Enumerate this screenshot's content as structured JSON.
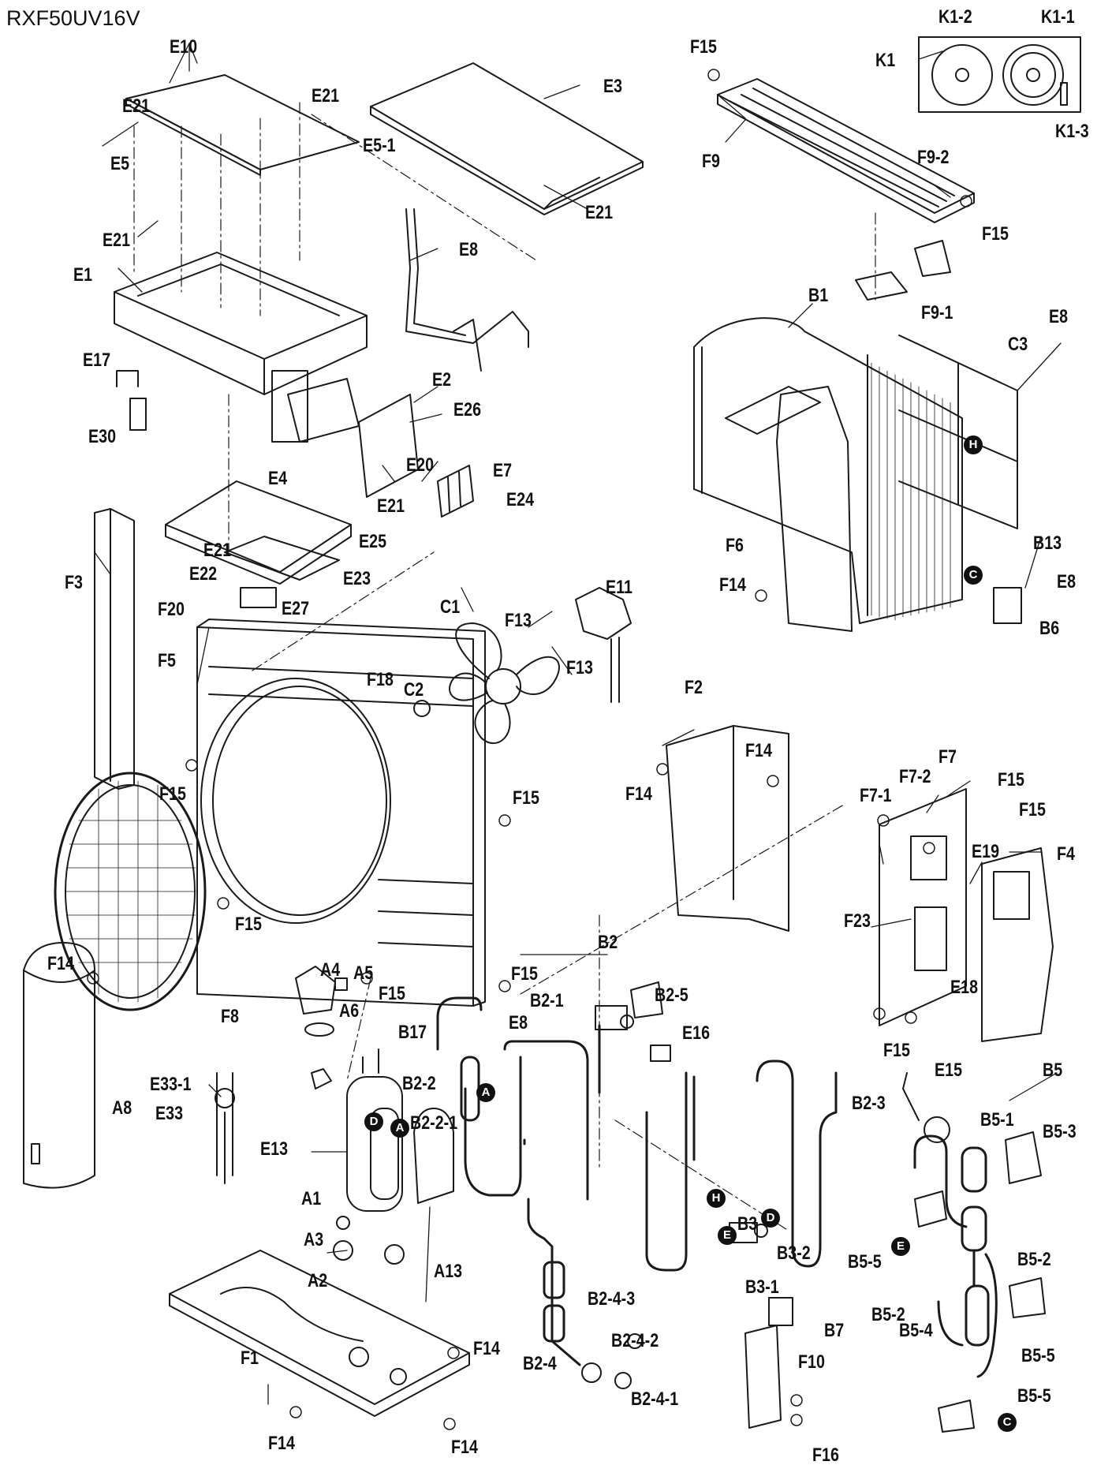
{
  "model": "RXF50UV16V",
  "connection_markers": [
    "H",
    "C",
    "A",
    "D",
    "A",
    "D",
    "H",
    "E",
    "E",
    "C"
  ],
  "part_labels": [
    "E10",
    "E21",
    "E21",
    "E5",
    "E5-1",
    "E3",
    "E21",
    "E21",
    "E1",
    "E8",
    "E17",
    "E30",
    "E2",
    "E26",
    "E20",
    "E7",
    "E21",
    "E24",
    "E4",
    "E21",
    "E25",
    "E22",
    "E23",
    "E27",
    "F3",
    "F20",
    "F5",
    "C1",
    "E11",
    "F13",
    "F13",
    "C2",
    "F18",
    "F15",
    "F15",
    "F15",
    "F14",
    "F15",
    "F8",
    "F15",
    "K1-2",
    "K1-1",
    "K1",
    "K1-3",
    "F15",
    "F9",
    "F9-2",
    "F15",
    "F9-1",
    "B1",
    "E8",
    "C3",
    "B13",
    "F6",
    "F14",
    "E8",
    "B6",
    "F2",
    "F14",
    "F14",
    "F7-2",
    "F7",
    "F15",
    "F7-1",
    "F15",
    "F4",
    "E19",
    "F23",
    "E18",
    "F15",
    "B2",
    "B2-5",
    "B2-1",
    "B17",
    "E8",
    "E16",
    "B2-2",
    "B2-3",
    "B2-2-1",
    "E15",
    "B5",
    "B5-1",
    "B5-3",
    "B3",
    "B5-5",
    "B3-2",
    "B5-2",
    "B3-1",
    "B5-2",
    "B2-4-3",
    "B7",
    "B2-4-2",
    "B5-4",
    "B5-5",
    "F10",
    "B2-4",
    "B5-5",
    "B2-4-1",
    "F16",
    "A4",
    "A5",
    "A6",
    "E33-1",
    "A8",
    "E33",
    "E13",
    "A1",
    "A3",
    "A13",
    "A2",
    "F1",
    "F14",
    "F14",
    "F14"
  ]
}
